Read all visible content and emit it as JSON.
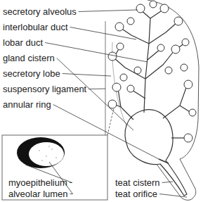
{
  "diagram": {
    "labels": [
      "secretory alveolus",
      "interlobular duct",
      "lobar duct",
      "gland cistern",
      "secretory lobe",
      "suspensory ligament",
      "annular ring",
      "myoepithelium",
      "alveolar lumen",
      "teat cistern",
      "teat orifice"
    ]
  }
}
